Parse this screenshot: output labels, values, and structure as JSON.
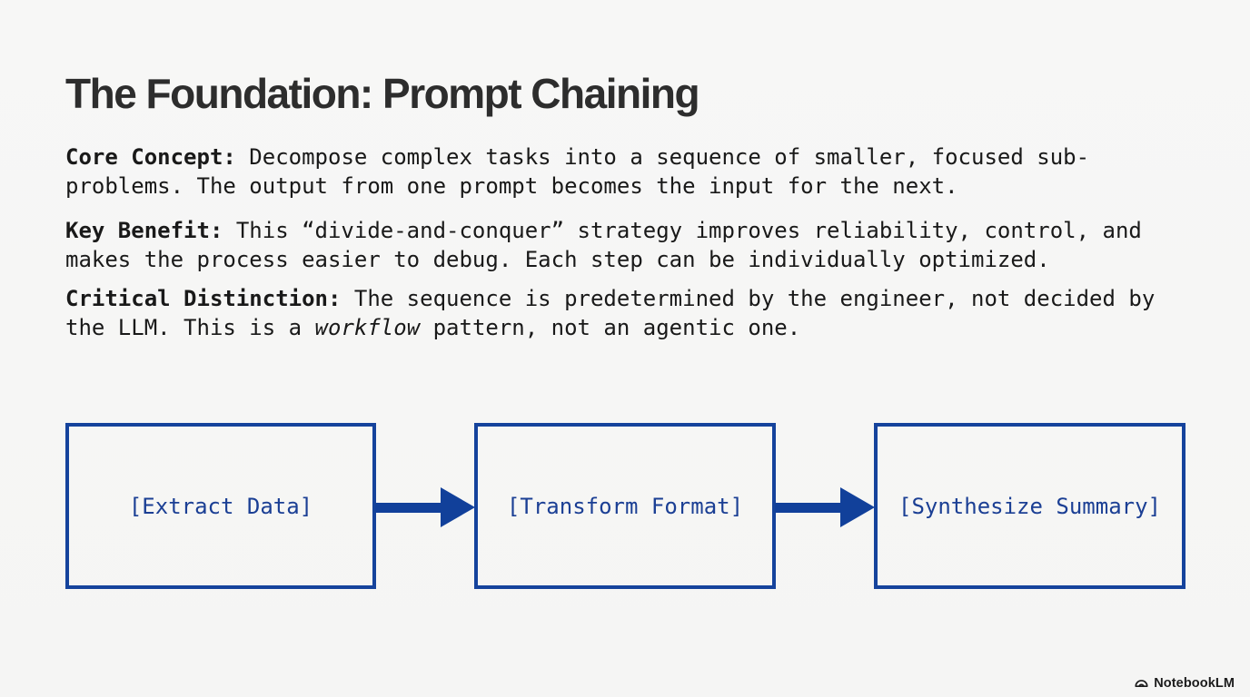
{
  "slide": {
    "title": "The Foundation: Prompt Chaining",
    "paragraphs": {
      "core": {
        "lead": "Core Concept:",
        "body": " Decompose complex tasks into a sequence of smaller, focused sub-problems. The output from one prompt becomes the input for the next."
      },
      "benefit": {
        "lead": "Key Benefit:",
        "body": " This “divide-and-conquer” strategy improves reliability, control, and makes the process easier to debug. Each step can be individually optimized."
      },
      "critical": {
        "lead": "Critical Distinction:",
        "body_before_italic": " The sequence is predetermined by the engineer, not decided by the LLM. This is a ",
        "italic": "workflow",
        "body_after_italic": " pattern, not an agentic one."
      }
    },
    "diagram": {
      "nodes": [
        {
          "label": "[Extract Data]"
        },
        {
          "label": "[Transform Format]"
        },
        {
          "label": "[Synthesize Summary]"
        }
      ],
      "arrow_icon": "right-arrow",
      "colors": {
        "box_border": "#15439c",
        "box_text": "#1b3f94",
        "arrow": "#11409a"
      }
    },
    "watermark": {
      "brand": "NotebookLM"
    },
    "colors": {
      "background": "#f6f6f5",
      "title_text": "#2d2d2d",
      "body_text": "#191919"
    }
  }
}
